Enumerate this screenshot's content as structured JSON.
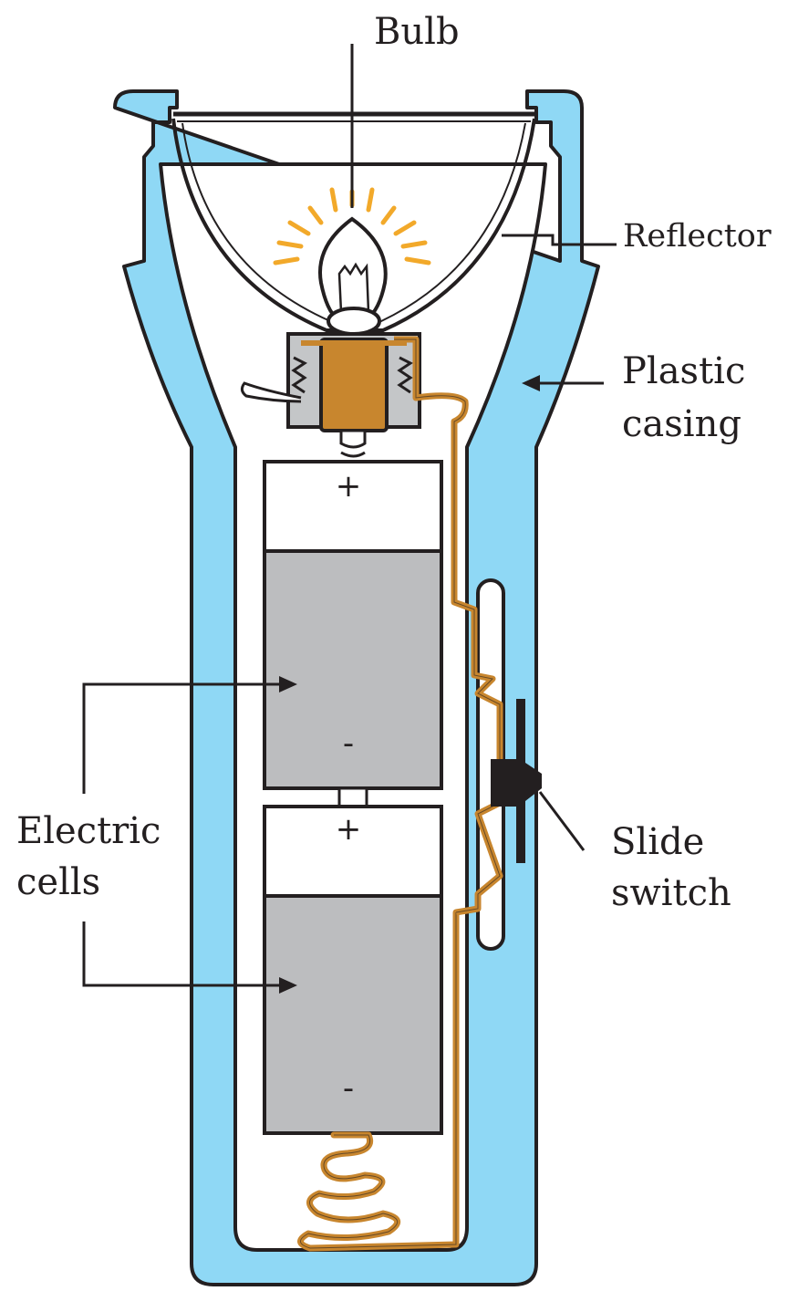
{
  "labels": {
    "bulb": "Bulb",
    "reflector": "Reflector",
    "plastic_casing_line1": "Plastic",
    "plastic_casing_line2": "casing",
    "electric_cells_line1": "Electric",
    "electric_cells_line2": "cells",
    "slide_switch_line1": "Slide",
    "slide_switch_line2": "switch"
  },
  "cells": [
    {
      "positive": "+",
      "negative": "-"
    },
    {
      "positive": "+",
      "negative": "-"
    }
  ],
  "colors": {
    "casing": "#8fd8f5",
    "outline": "#231f20",
    "wire": "#c8862e",
    "cell_body": "#bcbdbf",
    "glow": "#f2a92a",
    "socket": "#c4c6c8"
  }
}
